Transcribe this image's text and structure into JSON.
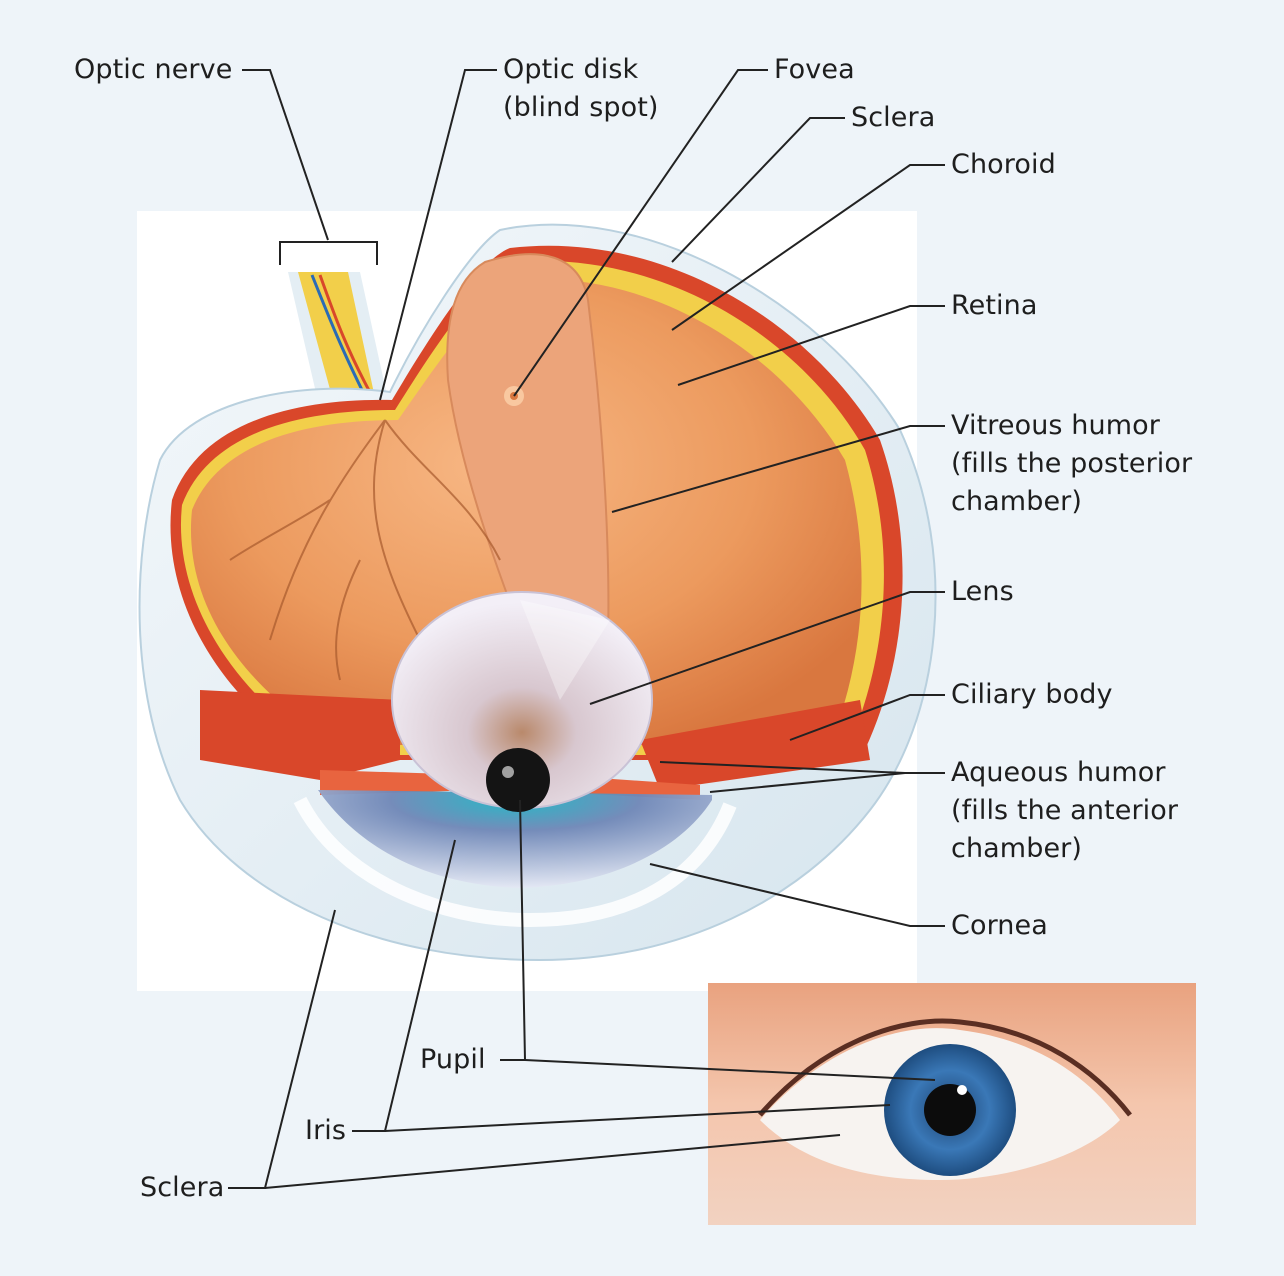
{
  "diagram": {
    "labels": {
      "optic_nerve": "Optic nerve",
      "optic_disk": "Optic disk\n(blind spot)",
      "fovea": "Fovea",
      "sclera_top": "Sclera",
      "choroid": "Choroid",
      "retina": "Retina",
      "vitreous": "Vitreous humor\n(fills the posterior\nchamber)",
      "lens": "Lens",
      "ciliary": "Ciliary body",
      "aqueous": "Aqueous humor\n(fills the anterior\nchamber)",
      "cornea": "Cornea",
      "pupil": "Pupil",
      "iris": "Iris",
      "sclera_bottom": "Sclera"
    },
    "colors": {
      "background": "#eef4f9",
      "panel": "#ffffff",
      "sclera": "#e6f0f6",
      "choroid": "#d9472a",
      "retina": "#f2cf4a",
      "vitreous": "#e9935a",
      "iris": "#2aa7b7",
      "leader": "#222222"
    }
  }
}
